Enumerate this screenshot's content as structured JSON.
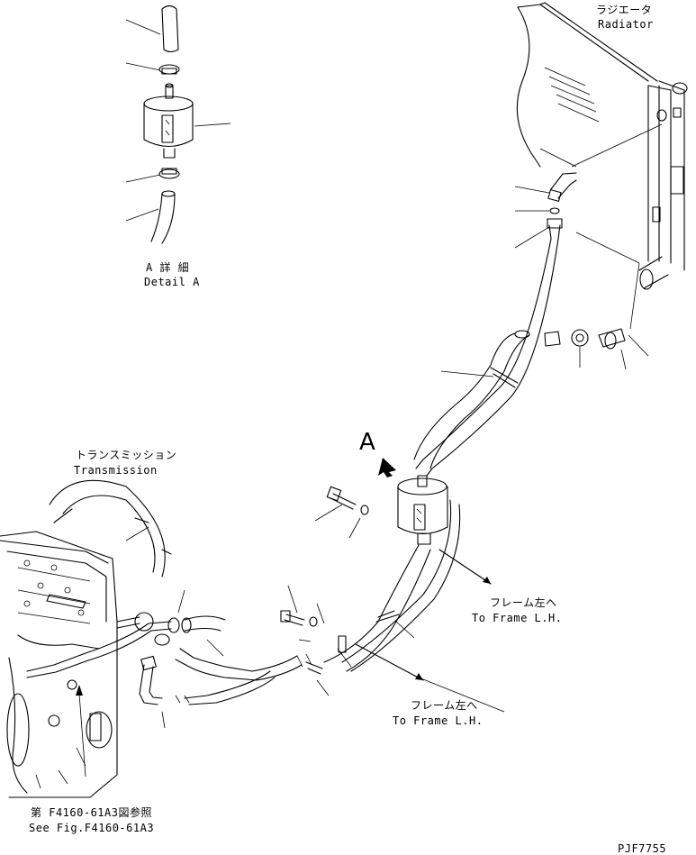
{
  "labels": {
    "radiator_jp": "ラジエータ",
    "radiator_en": "Radiator",
    "detail_jp": "A 詳 細",
    "detail_en": "Detail A",
    "transmission_jp": "トランスミッション",
    "transmission_en": "Transmission",
    "view_marker": "A",
    "frame1_jp": "フレーム左へ",
    "frame1_en": "To Frame L.H.",
    "frame2_jp": "フレーム左へ",
    "frame2_en": "To Frame L.H.",
    "see_fig_jp": "第 F4160-61A3図参照",
    "see_fig_en": "See Fig.F4160-61A3",
    "drawing_no": "PJF7755"
  },
  "colors": {
    "line": "#000000",
    "background": "#ffffff"
  }
}
